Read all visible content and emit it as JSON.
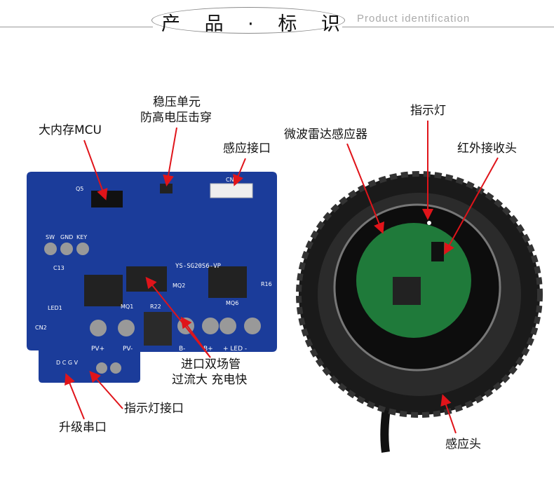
{
  "header": {
    "title": "产 品 · 标 识",
    "subtitle": "Product identification"
  },
  "labels": {
    "regulator_1": "稳压单元",
    "regulator_2": "防高电压击穿",
    "mcu": "大内存MCU",
    "sensor_port": "感应接口",
    "mosfet_1": "进口双场管",
    "mosfet_2": "过流大 充电快",
    "indicator_port": "指示灯接口",
    "serial_port": "升级串口",
    "radar": "微波雷达感应器",
    "indicator": "指示灯",
    "ir_receiver": "红外接收头",
    "sensor_head": "感应头"
  },
  "board": {
    "model": "YS-SG20S6-VP",
    "silk": [
      "SW",
      "GND",
      "KEY",
      "LED1",
      "PV+",
      "PV-",
      "B-",
      "B+",
      "+ LED -",
      "D C G V",
      "CN1",
      "CN2",
      "MQ1",
      "MQ2",
      "MQ6",
      "R16",
      "R22",
      "Q5",
      "C13"
    ]
  },
  "colors": {
    "arrow": "#e0141a",
    "board": "#1b3c9a",
    "pcb_green": "#1f7a3a"
  }
}
